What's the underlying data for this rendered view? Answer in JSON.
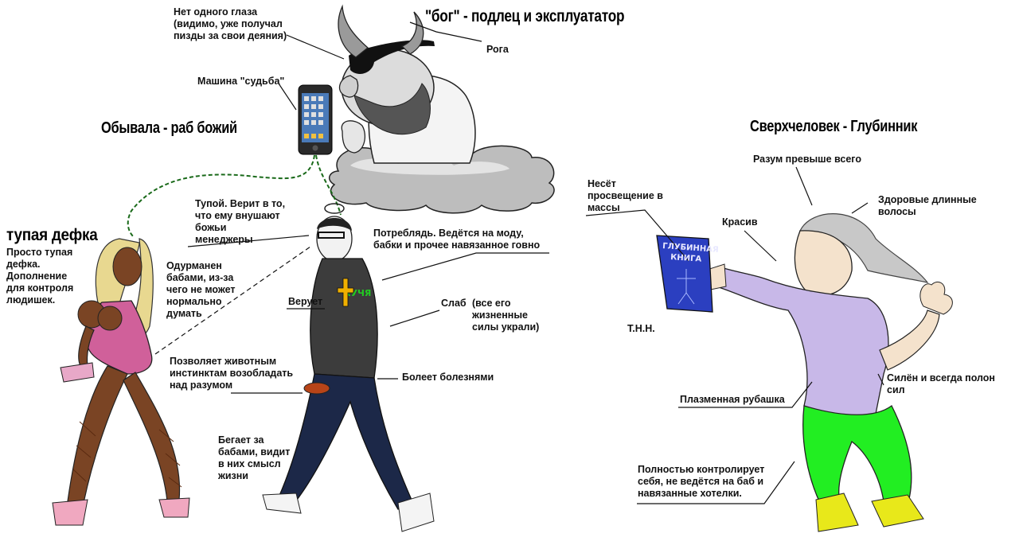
{
  "headings": {
    "god": "\"бог\" - подлец и эксплуататор",
    "normie": "Обывала - раб божий",
    "girl": "тупая дефка",
    "superman": "Сверхчеловек - Глубинник"
  },
  "labels": {
    "eye": "Нет одного глаза\n(видимо, уже получал\nпизды за свои деяния)",
    "horns": "Рога",
    "fate_machine": "Машина \"судьба\"",
    "girl_desc": "Просто тупая\nдефка.\nДополнение\nдля контроля\nлюдишек.",
    "stupid": "Тупой. Верит в то,\nчто ему внушают\nбожьи\nменеджеры",
    "consumer": "Потреблядь. Ведётся на моду,\nбабки и прочее навязанное говно",
    "fooled": "Одурманен\nбабами, из-за\nчего не может\nнормально\nдумать",
    "believes": "Верует",
    "weak": "Слаб",
    "weak_note": "(все его\nжизненные\nсилы украли)",
    "instincts": "Позволяет животным\nинстинктам возобладать\nнад разумом",
    "sick": "Болеет болезнями",
    "chases": "Бегает за\nбабами, видит\nв них смысл\nжизни",
    "reason": "Разум превыше всего",
    "enlighten": "Несёт\nпросвещение в\nмассы",
    "handsome": "Красив",
    "hair": "Здоровые длинные\nволосы",
    "thn": "Т.Н.Н.",
    "strong": "Силён и всегда полон\nсил",
    "plasma_shirt": "Плазменная рубашка",
    "control": "Полностью контролирует\nсебя, не ведётся на баб и\nнавязанные хотелки."
  },
  "book": {
    "title": "ГЛУБИННАЯ\nКНИГА"
  },
  "shirt_text": "ХУЧЯ",
  "colors": {
    "pants": "#22ee22",
    "shoes": "#e8e81a",
    "shirt": "#c8b8e8",
    "book": "#2b3fc0",
    "skin_girl": "#7a4424",
    "dress": "#d0609a",
    "hair_girl": "#e8d890",
    "cloud": "#bdbdbd",
    "jeans": "#1c2848"
  }
}
